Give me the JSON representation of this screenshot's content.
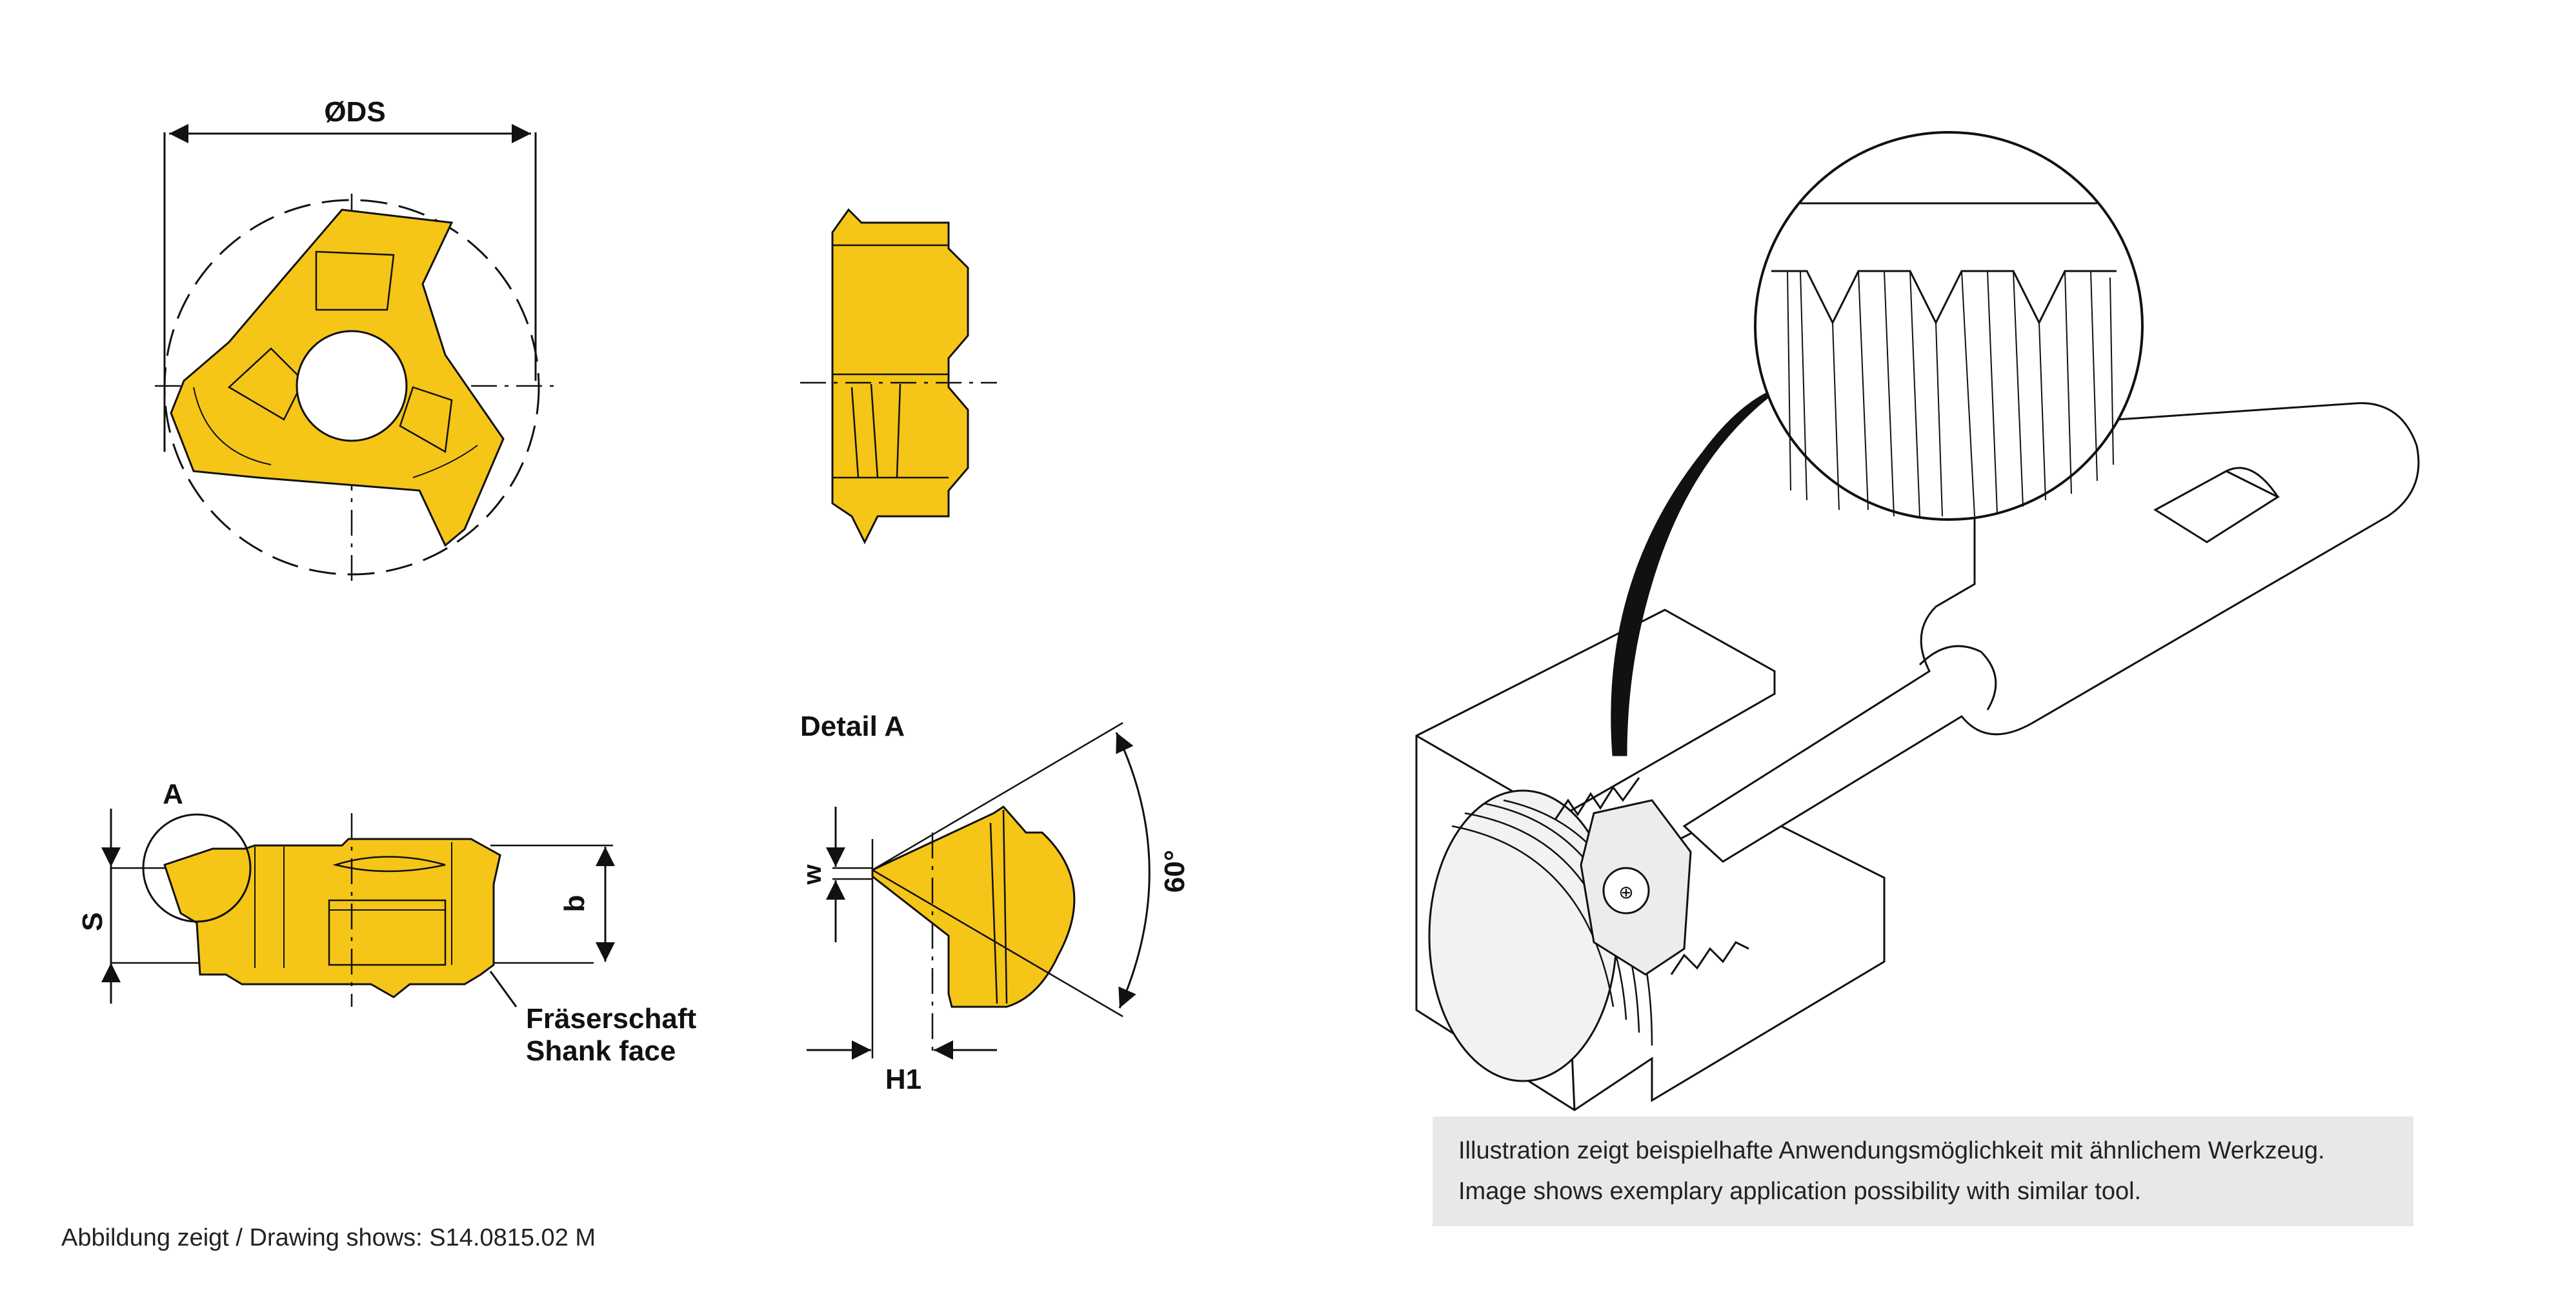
{
  "labels": {
    "diameter": "ØDS",
    "detail_title": "Detail A",
    "detail_marker": "A",
    "thickness": "S",
    "width": "b",
    "w_dim": "w",
    "h1_dim": "H1",
    "angle": "60°",
    "shank_de": "Fräserschaft",
    "shank_en": "Shank face"
  },
  "caption": {
    "line_de": "Illustration zeigt beispielhafte Anwendungsmöglichkeit mit ähnlichem Werkzeug.",
    "line_en": "Image shows exemplary application possibility with similar tool."
  },
  "footer": "Abbildung zeigt / Drawing shows: S14.0815.02 M",
  "colors": {
    "insert_yellow": "#f5c518",
    "outline": "#1a1a1a",
    "caption_bg": "#e8e8e8"
  }
}
